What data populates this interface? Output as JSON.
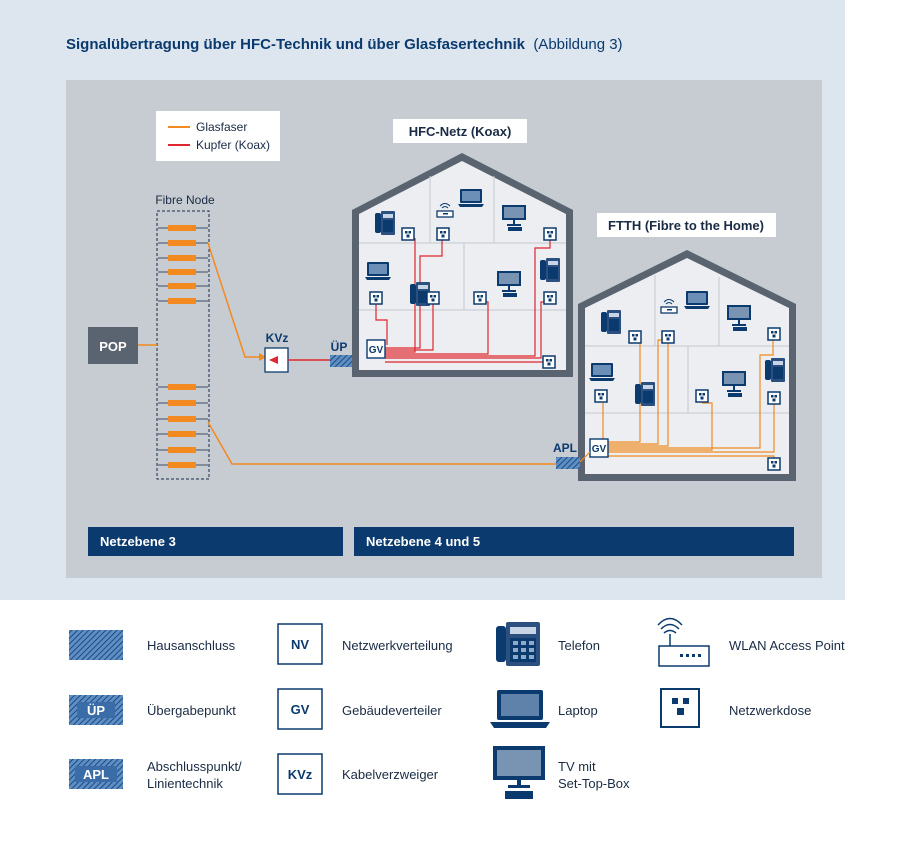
{
  "title": {
    "bold": "Signalübertragung über HFC-Technik und über Glasfasertechnik",
    "normal": "(Abbildung 3)"
  },
  "diagram": {
    "legend_fiber": "Glasfaser",
    "legend_copper": "Kupfer (Koax)",
    "fibre_node": "Fibre Node",
    "pop": "POP",
    "kvz": "KVz",
    "up": "ÜP",
    "gv": "GV",
    "apl": "APL",
    "house1": "HFC-Netz (Koax)",
    "house2": "FTTH (Fibre to the Home)",
    "band1": "Netzebene 3",
    "band2": "Netzebene 4 und 5"
  },
  "legend": {
    "hausanschluss": "Hausanschluss",
    "uebergabepunkt": "Übergabepunkt",
    "apl_line1": "Abschlusspunkt/",
    "apl_line2": "Linientechnik",
    "nv_code": "NV",
    "nv_label": "Netzwerkverteilung",
    "gv_code": "GV",
    "gv_label": "Gebäudeverteiler",
    "kvz_code": "KVz",
    "kvz_label": "Kabelverzweiger",
    "up_code": "ÜP",
    "apl_code": "APL",
    "telefon": "Telefon",
    "laptop": "Laptop",
    "tv_line1": "TV mit",
    "tv_line2": "Set-Top-Box",
    "wlan": "WLAN Access Point",
    "netzwerkdose": "Netzwerkdose"
  },
  "colors": {
    "fiber": "#f28a1f",
    "copper": "#e0262e",
    "navy": "#0b3a6e",
    "panel": "#dde5ef",
    "inner": "#c7ccd2",
    "house": "#5a6370"
  }
}
